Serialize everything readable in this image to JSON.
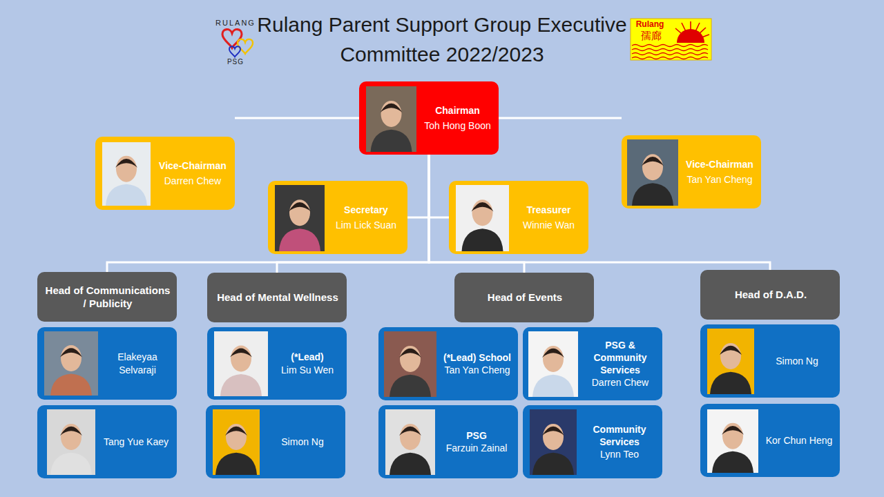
{
  "diagram": {
    "title": "Rulang Parent Support Group Executive Committee 2022/2023",
    "nodes": [
      {
        "text": [
          "Chairman",
          "Toh Hong Boon"
        ]
      },
      {
        "text": [
          "Vice-Chairman",
          "Darren Chew"
        ]
      },
      {
        "text": [
          "Vice-Chairman",
          "Tan Yan Cheng"
        ]
      },
      {
        "text": [
          "Secretary",
          "Lim Lick Suan"
        ]
      },
      {
        "text": [
          "Treasurer",
          "Winnie Wan"
        ]
      },
      {
        "text": [
          "Head of Communications / Publicity"
        ]
      },
      {
        "text": [
          "Head of Mental Wellness"
        ]
      },
      {
        "text": [
          "Head of Events"
        ]
      },
      {
        "text": [
          "Head of D.A.D."
        ]
      },
      {
        "text": [
          "Elakeyaa Selvaraji"
        ]
      },
      {
        "text": [
          "(*Lead)",
          "Lim Su Wen"
        ]
      },
      {
        "text": [
          "(*Lead) School",
          "Tan Yan Cheng"
        ]
      },
      {
        "text": [
          "PSG & Community Services",
          "Darren Chew"
        ]
      },
      {
        "text": [
          "Simon Ng"
        ]
      },
      {
        "text": [
          "Tang Yue Kaey"
        ]
      },
      {
        "text": [
          "Simon Ng"
        ]
      },
      {
        "text": [
          "PSG",
          "Farzuin Zainal"
        ]
      },
      {
        "text": [
          "Community Services",
          "Lynn Teo"
        ]
      },
      {
        "text": [
          "Kor Chun Heng"
        ]
      }
    ],
    "edges": [
      {
        "from": 0,
        "to": 1,
        "arrow": "none"
      },
      {
        "from": 0,
        "to": 2,
        "arrow": "none"
      },
      {
        "from": 0,
        "to": 3,
        "arrow": "none"
      },
      {
        "from": 0,
        "to": 4,
        "arrow": "none"
      },
      {
        "from": 0,
        "to": 5,
        "arrow": "none"
      },
      {
        "from": 0,
        "to": 6,
        "arrow": "none"
      },
      {
        "from": 0,
        "to": 7,
        "arrow": "none"
      },
      {
        "from": 0,
        "to": 8,
        "arrow": "none"
      }
    ],
    "labels": [
      "RULANG",
      "PSG",
      "Rulang",
      "孺廊"
    ]
  }
}
